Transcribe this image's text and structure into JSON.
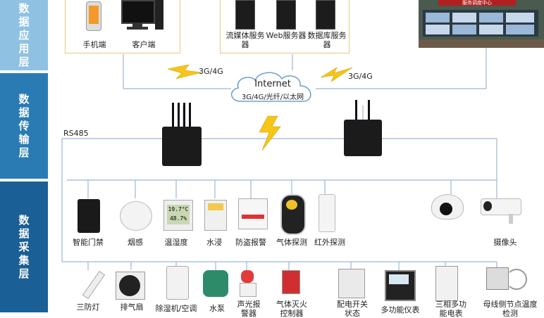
{
  "layers": {
    "app": "数据应用层",
    "transmit": "数据传输层",
    "collect": "数据采集层"
  },
  "app_items": {
    "phone": "手机端",
    "client": "客户端",
    "stream_server": "流媒体服务器",
    "web_server": "Web服务器",
    "db_server": "数据库服务器",
    "screen_sign": "服务调度中心"
  },
  "network": {
    "internet": "Internet",
    "internet_sub": "3G/4G/光纤/以太网",
    "link_left": "3G/4G",
    "link_right": "3G/4G",
    "bus": "RS485"
  },
  "sensors_row1": [
    "智能门禁",
    "烟感",
    "温湿度",
    "水浸",
    "防盗报警",
    "气体探测",
    "红外探测"
  ],
  "camera_label": "摄像头",
  "thermo_display": [
    "19.7°C",
    "48.7%"
  ],
  "devices_row2": [
    "三防灯",
    "排气扇",
    "除湿机/空调",
    "水泵",
    "声光报警器",
    "气体灭火控制器",
    "配电开关状态",
    "多功能仪表",
    "三相多功能电表",
    "母线侧节点温度检测"
  ],
  "colors": {
    "layer_app": "#8fc1e3",
    "layer_transmit": "#2a7bb4",
    "layer_collect": "#1a5f95",
    "line": "#9bb7d4",
    "box": "#e8c77a",
    "bolt": "#f5c518"
  }
}
